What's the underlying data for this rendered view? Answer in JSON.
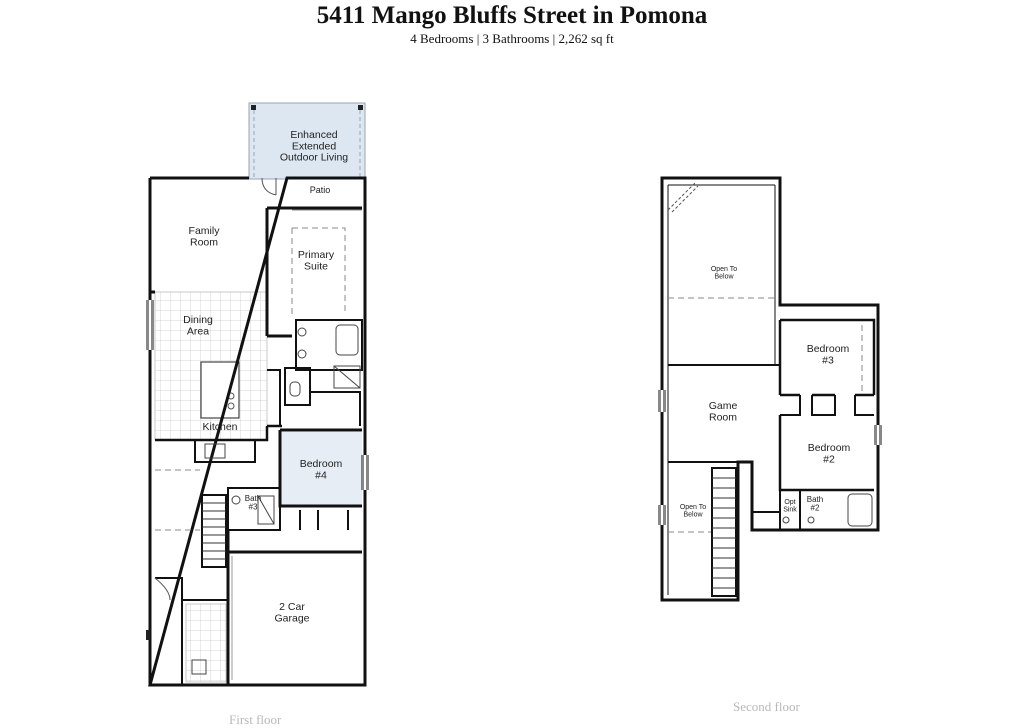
{
  "header": {
    "title": "5411 Mango Bluffs Street in Pomona",
    "subtitle": "4 Bedrooms | 3 Bathrooms | 2,262 sq ft"
  },
  "colors": {
    "wall": "#111111",
    "patio_fill": "#dde7f1",
    "bedroom4_fill": "#e6edf5",
    "tile": "#c9c9c9",
    "caption": "#b8b8b8"
  },
  "first_floor": {
    "caption": "First floor",
    "rooms": {
      "patio": "Enhanced\nExtended\nOutdoor Living",
      "patio_sub": "Patio",
      "family": "Family\nRoom",
      "primary": "Primary\nSuite",
      "dining": "Dining\nArea",
      "kitchen": "Kitchen",
      "bedroom4": "Bedroom\n#4",
      "bath3": "Bath\n#3",
      "garage": "2 Car\nGarage"
    }
  },
  "second_floor": {
    "caption": "Second floor",
    "rooms": {
      "open_top": "Open To\nBelow",
      "bedroom3": "Bedroom\n#3",
      "game": "Game\nRoom",
      "bedroom2": "Bedroom\n#2",
      "open_bottom": "Open To\nBelow",
      "opt_sink": "Opt\nSink",
      "bath2": "Bath\n#2"
    }
  }
}
